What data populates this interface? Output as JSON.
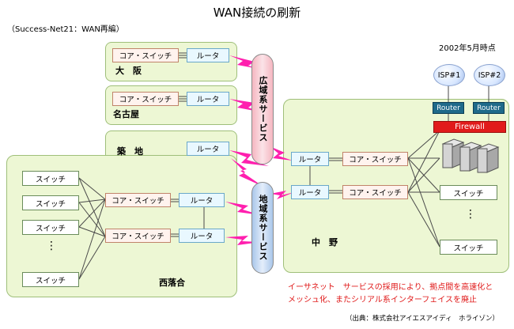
{
  "title": "WAN接続の刷新",
  "subtitle": "（Success-Net21：WAN再編）",
  "date": "2002年5月時点",
  "services": {
    "wide_area": "広域系サービス",
    "local_area": "地域系サービス"
  },
  "sites": {
    "osaka": {
      "name": "大　阪",
      "core": "コア・スイッチ",
      "router": "ルータ"
    },
    "nagoya": {
      "name": "名古屋",
      "core": "コア・スイッチ",
      "router": "ルータ"
    },
    "tsukiji": {
      "name": "築　地",
      "router": "ルータ"
    },
    "nishiochiai": {
      "name": "西落合",
      "switches": [
        "スイッチ",
        "スイッチ",
        "スイッチ",
        "⋮",
        "スイッチ"
      ],
      "cores": [
        "コア・スイッチ",
        "コア・スイッチ"
      ],
      "routers": [
        "ルータ",
        "ルータ"
      ]
    },
    "nakano": {
      "name": "中　野",
      "routers": [
        "ルータ",
        "ルータ"
      ],
      "cores": [
        "コア・スイッチ",
        "コア・スイッチ"
      ],
      "switches": [
        "スイッチ",
        "⋮",
        "スイッチ"
      ],
      "isp": [
        "ISP#1",
        "ISP#2"
      ],
      "edge_routers": [
        "Router",
        "Router"
      ],
      "firewall": "Firewall"
    }
  },
  "note": [
    "イーサネット　サービスの採用により、拠点間を高速化と",
    "メッシュ化、またシリアル系インターフェイスを廃止"
  ],
  "credit": "（出典：株式会社アイエスアイディ　ホライゾン）",
  "colors": {
    "site_fill": "#edf7d4",
    "wide_area_cloud": "#f5b6c0",
    "local_area_cloud": "#a9c6ea",
    "lightning": "#ff1fae",
    "firewall": "#e11b1b",
    "edge_router": "#1f6a8a",
    "note_text": "#e01919"
  },
  "icons": [
    "lightning-bolt-icon",
    "server-icon",
    "isp-cloud-icon"
  ]
}
